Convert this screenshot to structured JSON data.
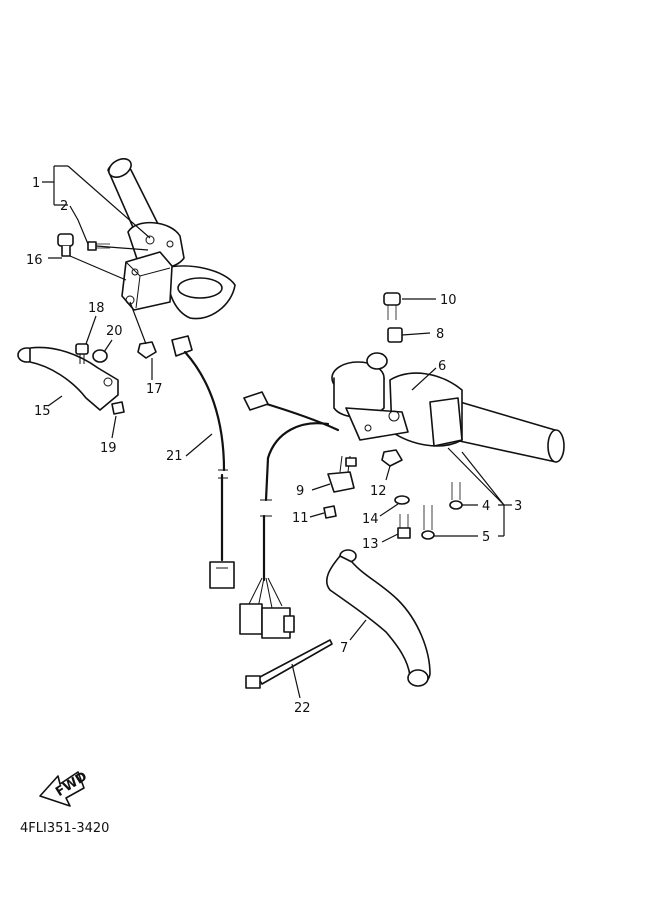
{
  "diagram_code": "4FLI351-3420",
  "fwd_label": "FWD",
  "callouts": {
    "c1": "1",
    "c2": "2",
    "c3": "3",
    "c4": "4",
    "c5": "5",
    "c6": "6",
    "c7": "7",
    "c8": "8",
    "c9": "9",
    "c10": "10",
    "c11": "11",
    "c12": "12",
    "c13": "13",
    "c14": "14",
    "c15": "15",
    "c16": "16",
    "c17": "17",
    "c18": "18",
    "c19": "19",
    "c20": "20",
    "c21": "21",
    "c22": "22"
  }
}
